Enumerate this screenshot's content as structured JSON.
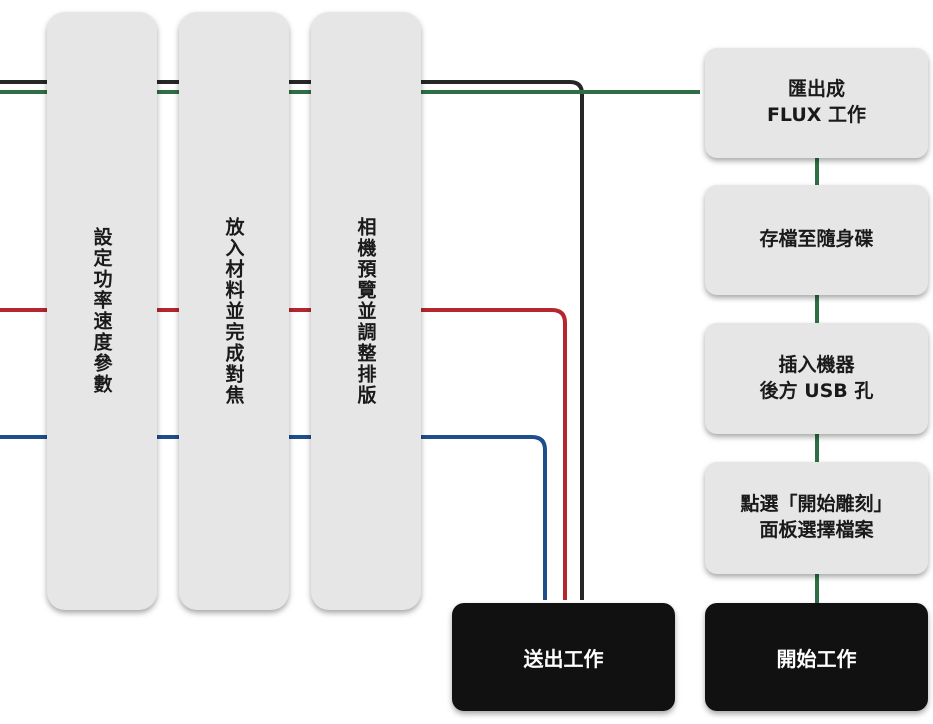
{
  "columns": [
    {
      "label": "設定功率速度參數"
    },
    {
      "label": "放入材料並完成對焦"
    },
    {
      "label": "相機預覽並調整排版"
    }
  ],
  "steps": [
    {
      "label": "匯出成\nFLUX 工作"
    },
    {
      "label": "存檔至隨身碟"
    },
    {
      "label": "插入機器\n後方 USB 孔"
    },
    {
      "label": "點選「開始雕刻」\n面板選擇檔案"
    }
  ],
  "send_job": {
    "label": "送出工作"
  },
  "start_job": {
    "label": "開始工作"
  },
  "colors": {
    "black": "#262626",
    "green": "#2e6f46",
    "red": "#b5262e",
    "blue": "#1f4e8c"
  }
}
